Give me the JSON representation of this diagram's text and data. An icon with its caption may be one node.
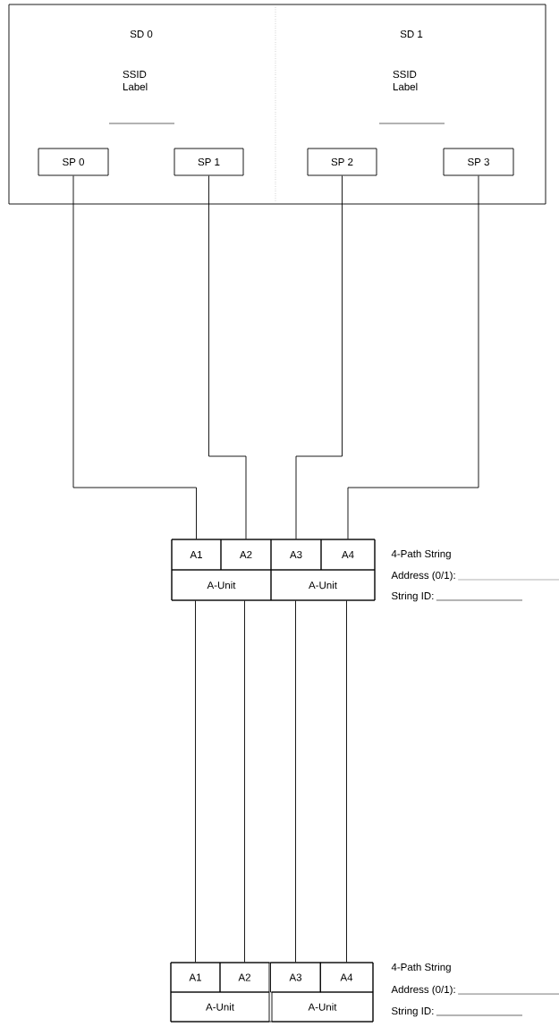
{
  "diagram": {
    "nodes": [
      {
        "text": [
          "SD 0",
          "SSID Label",
          "SD 1",
          "SSID Label"
        ]
      },
      {
        "text": [
          "SP 0"
        ],
        "in": 0
      },
      {
        "text": [
          "SP 1"
        ],
        "in": 0
      },
      {
        "text": [
          "SP 2"
        ],
        "in": 0
      },
      {
        "text": [
          "SP 3"
        ],
        "in": 0
      },
      {
        "text": [],
        "shape": "box",
        "beside": [
          "4-Path String",
          "Address (0/1):",
          "String ID:"
        ]
      },
      {
        "text": [
          "A1"
        ],
        "in": 5
      },
      {
        "text": [
          "A2"
        ],
        "in": 5
      },
      {
        "text": [
          "A3"
        ],
        "in": 5
      },
      {
        "text": [
          "A4"
        ],
        "in": 5
      },
      {
        "text": [
          "A-Unit"
        ],
        "in": 5
      },
      {
        "text": [
          "A-Unit"
        ],
        "in": 5
      },
      {
        "text": [],
        "shape": "box",
        "beside": [
          "4-Path String",
          "Address (0/1):",
          "String ID:"
        ]
      },
      {
        "text": [
          "A1"
        ],
        "in": 12
      },
      {
        "text": [
          "A2"
        ],
        "in": 12
      },
      {
        "text": [
          "A3"
        ],
        "in": 12
      },
      {
        "text": [
          "A4"
        ],
        "in": 12
      },
      {
        "text": [
          "A-Unit"
        ],
        "in": 12
      },
      {
        "text": [
          "A-Unit"
        ],
        "in": 12
      }
    ],
    "edges": [
      {
        "from": 1,
        "to": 6,
        "arrow": "none"
      },
      {
        "from": 2,
        "to": 7,
        "arrow": "none"
      },
      {
        "from": 3,
        "to": 8,
        "arrow": "none"
      },
      {
        "from": 4,
        "to": 9,
        "arrow": "none"
      },
      {
        "from": 10,
        "to": 13,
        "arrow": "none"
      },
      {
        "from": 10,
        "to": 14,
        "arrow": "none"
      },
      {
        "from": 11,
        "to": 15,
        "arrow": "none"
      },
      {
        "from": 11,
        "to": 16,
        "arrow": "none"
      }
    ]
  }
}
